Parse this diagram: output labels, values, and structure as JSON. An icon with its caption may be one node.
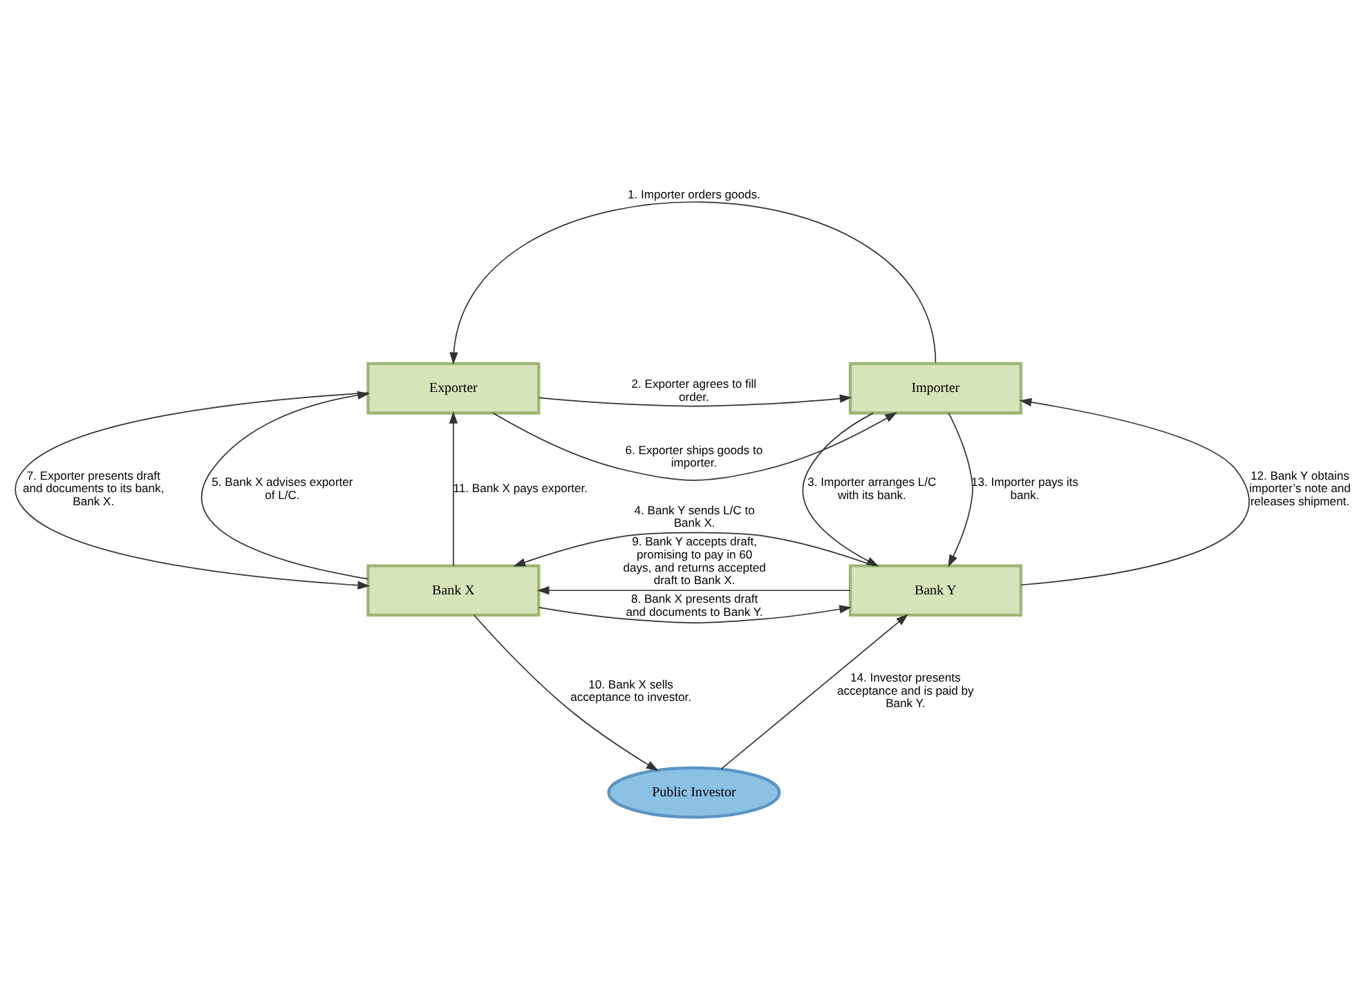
{
  "diagram": {
    "nodes": [
      {
        "text": [
          "Exporter"
        ]
      },
      {
        "text": [
          "Importer"
        ]
      },
      {
        "text": [
          "Bank X"
        ]
      },
      {
        "text": [
          "Bank Y"
        ]
      },
      {
        "text": [
          "Public Investor"
        ]
      }
    ],
    "edges": [
      {
        "from": 1,
        "to": 0,
        "arrow": "to",
        "label": "1. Importer orders goods."
      },
      {
        "from": 0,
        "to": 1,
        "arrow": "to",
        "label": "2. Exporter agrees to fill order."
      },
      {
        "from": 1,
        "to": 3,
        "arrow": "to",
        "label": "3. Importer arranges L/C with its bank."
      },
      {
        "from": 3,
        "to": 2,
        "arrow": "to",
        "label": "4. Bank Y sends L/C to Bank X."
      },
      {
        "from": 2,
        "to": 0,
        "arrow": "to",
        "label": "5. Bank X advises exporter of L/C."
      },
      {
        "from": 0,
        "to": 1,
        "arrow": "to",
        "label": "6. Exporter ships goods to importer."
      },
      {
        "from": 0,
        "to": 2,
        "arrow": "to",
        "label": "7. Exporter presents draft and documents to its bank, Bank X."
      },
      {
        "from": 2,
        "to": 3,
        "arrow": "to",
        "label": "8. Bank X presents draft and documents to Bank Y."
      },
      {
        "from": 3,
        "to": 2,
        "arrow": "to",
        "label": "9. Bank Y accepts draft, promising to pay in 60 days, and returns accepted draft to Bank X."
      },
      {
        "from": 2,
        "to": 4,
        "arrow": "to",
        "label": "10. Bank X sells acceptance to investor."
      },
      {
        "from": 2,
        "to": 0,
        "arrow": "to",
        "label": "11. Bank X pays exporter."
      },
      {
        "from": 3,
        "to": 1,
        "arrow": "to",
        "label": "12. Bank Y obtains importer’s note and releases shipment."
      },
      {
        "from": 1,
        "to": 3,
        "arrow": "to",
        "label": "13. Importer pays its bank."
      },
      {
        "from": 4,
        "to": 3,
        "arrow": "to",
        "label": "14. Investor presents acceptance and is paid by Bank Y."
      }
    ]
  }
}
